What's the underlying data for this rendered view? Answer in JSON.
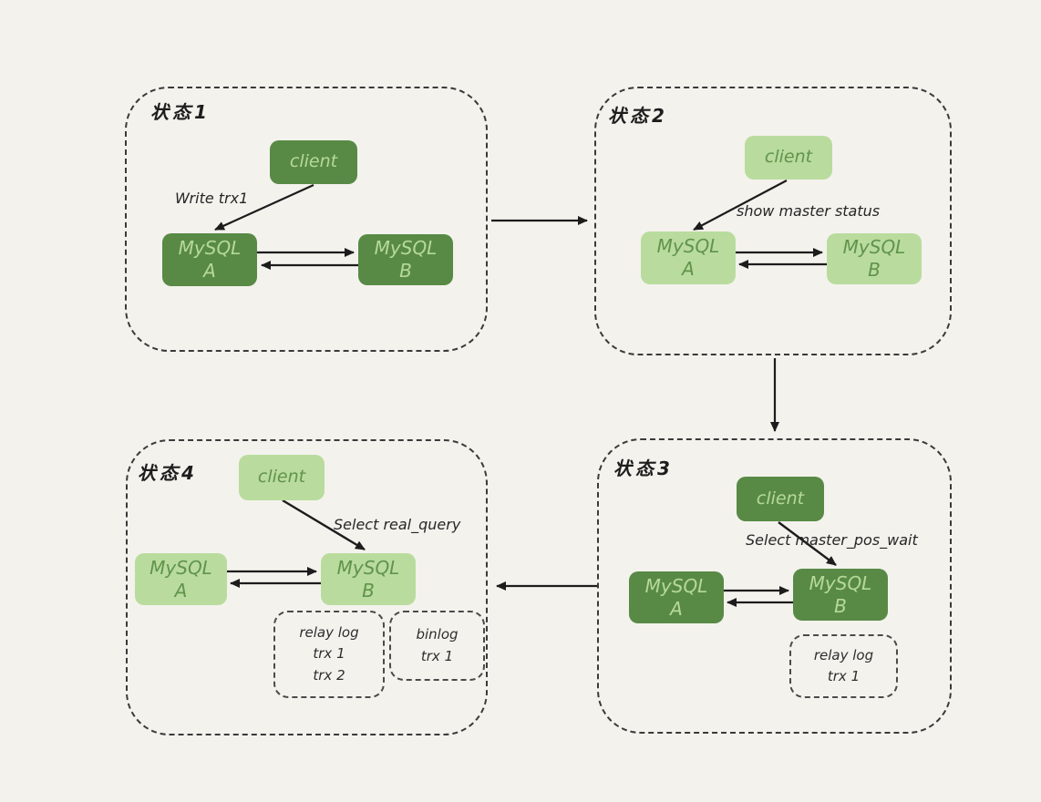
{
  "colors": {
    "background": "#f4f2ed",
    "node_dark_green": "#588a46",
    "node_light_green": "#b9dc9e",
    "text_on_dark_green": "#b7d998",
    "text_on_light_green": "#61934b",
    "line_stroke": "#1c1c1c"
  },
  "states": [
    {
      "label": "状态1",
      "client": "client",
      "action": "Write trx1",
      "node_a": [
        "MySQL",
        "A"
      ],
      "node_b": [
        "MySQL",
        "B"
      ],
      "logs": []
    },
    {
      "label": "状态2",
      "client": "client",
      "action": "show master status",
      "node_a": [
        "MySQL",
        "A"
      ],
      "node_b": [
        "MySQL",
        "B"
      ],
      "logs": []
    },
    {
      "label": "状态3",
      "client": "client",
      "action": "Select master_pos_wait",
      "node_a": [
        "MySQL",
        "A"
      ],
      "node_b": [
        "MySQL",
        "B"
      ],
      "logs": [
        {
          "lines": [
            "relay log",
            "trx 1"
          ]
        }
      ]
    },
    {
      "label": "状态4",
      "client": "client",
      "action": "Select real_query",
      "node_a": [
        "MySQL",
        "A"
      ],
      "node_b": [
        "MySQL",
        "B"
      ],
      "logs": [
        {
          "lines": [
            "relay log",
            "trx 1",
            "trx 2"
          ]
        },
        {
          "lines": [
            "binlog",
            "trx 1"
          ]
        }
      ]
    }
  ]
}
